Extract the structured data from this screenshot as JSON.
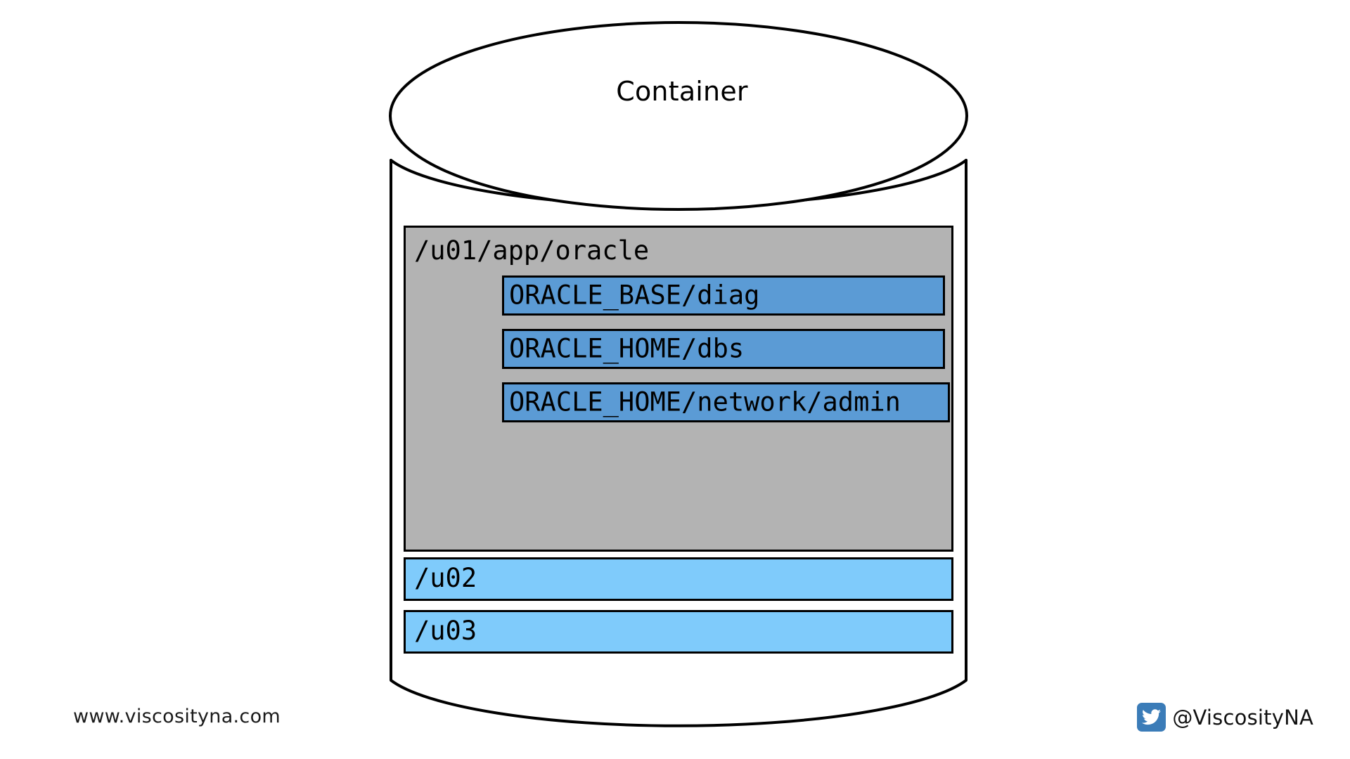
{
  "diagram": {
    "type": "cylinder-storage-layout",
    "container": {
      "title": "Container"
    },
    "oracle_base": {
      "path_label": "/u01/app/oracle",
      "fill_color": "#b3b3b3",
      "children": [
        {
          "label": "ORACLE_BASE/diag",
          "fill_color": "#5b9bd5"
        },
        {
          "label": "ORACLE_HOME/dbs",
          "fill_color": "#5b9bd5"
        },
        {
          "label": "ORACLE_HOME/network/admin",
          "fill_color": "#5b9bd5"
        }
      ]
    },
    "mounts": [
      {
        "label": "/u02",
        "fill_color": "#7fcbfb"
      },
      {
        "label": "/u03",
        "fill_color": "#7fcbfb"
      }
    ]
  },
  "footer": {
    "website": "www.viscosityna.com",
    "twitter_handle": "@ViscosityNA",
    "twitter_icon": "twitter-bird-icon",
    "twitter_brand_color": "#3b7cb8"
  }
}
